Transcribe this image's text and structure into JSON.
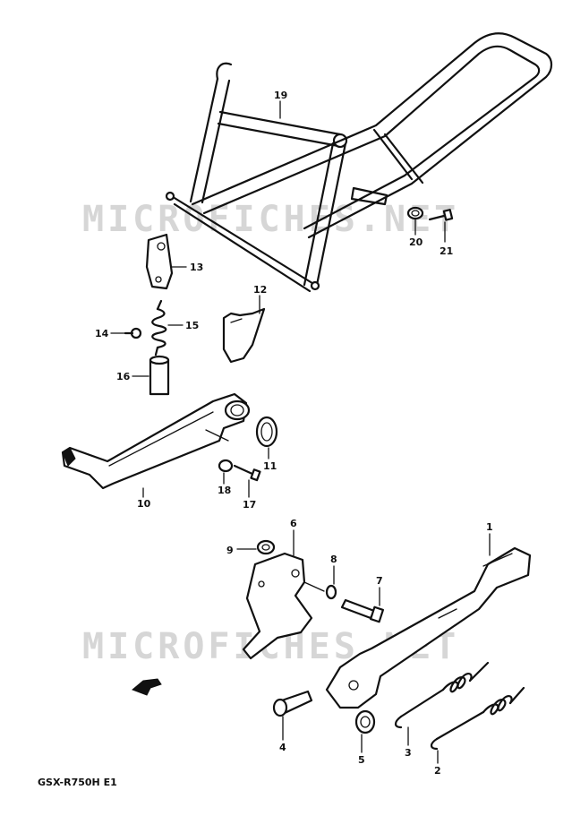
{
  "diagram": {
    "watermark": "MICROFICHES.NET",
    "model_code": "GSX-R750H E1",
    "callouts": [
      {
        "id": "c19",
        "label": "19"
      },
      {
        "id": "c20",
        "label": "20"
      },
      {
        "id": "c21",
        "label": "21"
      },
      {
        "id": "c13",
        "label": "13"
      },
      {
        "id": "c12",
        "label": "12"
      },
      {
        "id": "c14",
        "label": "14"
      },
      {
        "id": "c15",
        "label": "15"
      },
      {
        "id": "c16",
        "label": "16"
      },
      {
        "id": "c11",
        "label": "11"
      },
      {
        "id": "c10",
        "label": "10"
      },
      {
        "id": "c18",
        "label": "18"
      },
      {
        "id": "c17",
        "label": "17"
      },
      {
        "id": "c6",
        "label": "6"
      },
      {
        "id": "c9",
        "label": "9"
      },
      {
        "id": "c8",
        "label": "8"
      },
      {
        "id": "c7",
        "label": "7"
      },
      {
        "id": "c1",
        "label": "1"
      },
      {
        "id": "c4",
        "label": "4"
      },
      {
        "id": "c5",
        "label": "5"
      },
      {
        "id": "c3",
        "label": "3"
      },
      {
        "id": "c2",
        "label": "2"
      }
    ]
  }
}
